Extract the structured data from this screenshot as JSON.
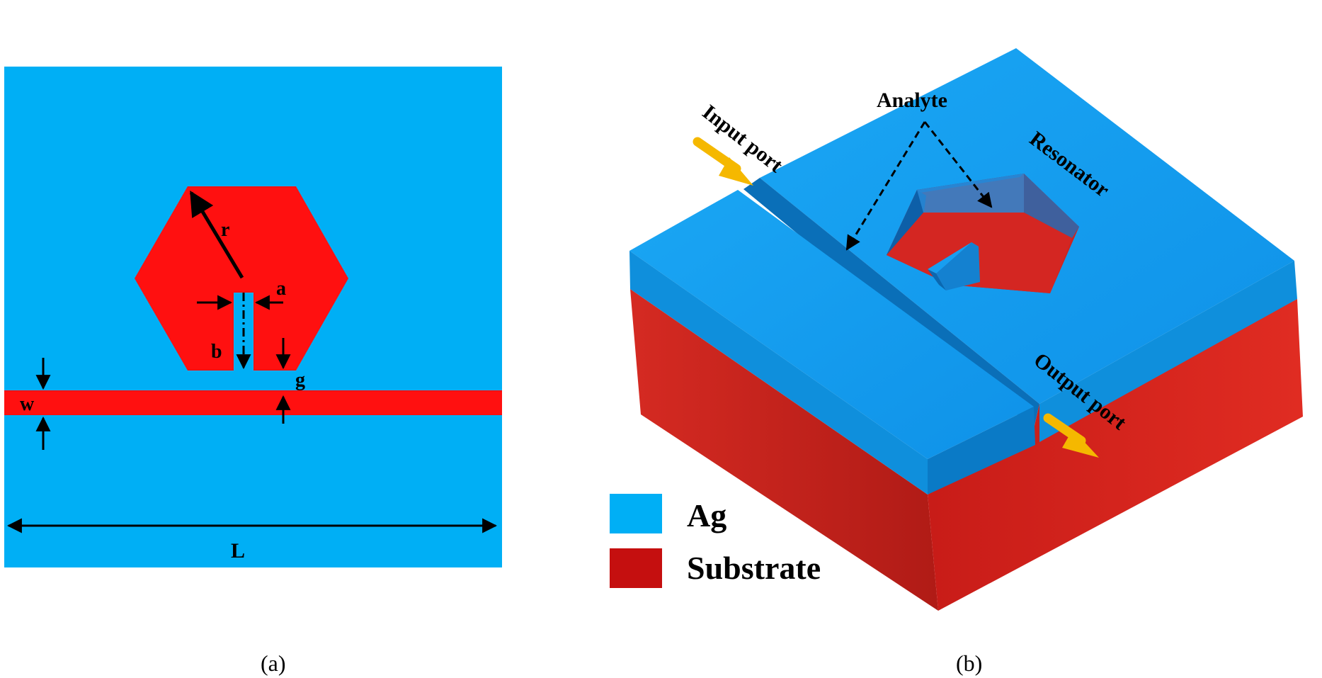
{
  "panel_a": {
    "caption": "(a)",
    "labels": {
      "r": "r",
      "a": "a",
      "b": "b",
      "g": "g",
      "w": "w",
      "L": "L"
    },
    "colors": {
      "conductor": "#00aff5",
      "strip": "#ff1010",
      "dim": "#000000"
    }
  },
  "panel_b": {
    "caption": "(b)",
    "labels": {
      "input_port": "Input port",
      "output_port": "Output port",
      "analyte": "Analyte",
      "resonator": "Resonator"
    },
    "legend": [
      {
        "label": "Ag",
        "color": "#00aff5"
      },
      {
        "label": "Substrate",
        "color": "#c50f0f"
      }
    ],
    "colors": {
      "arrow": "#f5b800",
      "top": "#149cf0",
      "side_blue": "#0e86d6",
      "side_red": "#c8201c"
    }
  }
}
